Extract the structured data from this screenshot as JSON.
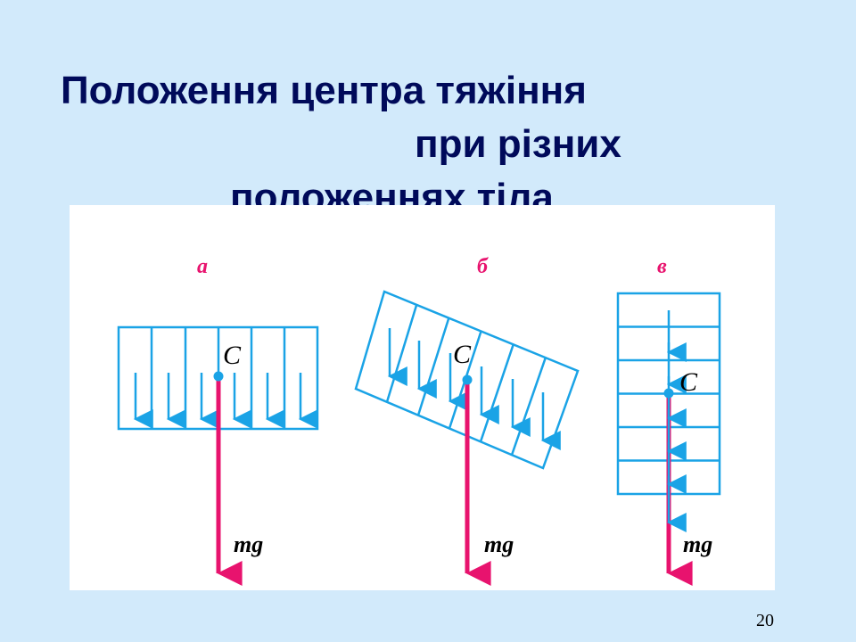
{
  "slide": {
    "title_line1": "Положення центра тяжіння",
    "title_line2": "при різних",
    "title_line3": "положеннях тіла",
    "page_number": "20"
  },
  "figure": {
    "panels": [
      {
        "label": "а",
        "center_label": "C",
        "force_label": "mg⃗"
      },
      {
        "label": "б",
        "center_label": "C",
        "force_label": "mg⃗"
      },
      {
        "label": "в",
        "center_label": "C",
        "force_label": "mg⃗"
      }
    ],
    "colors": {
      "outline": "#1aa3e6",
      "gravity_arrow": "#e8136e",
      "title": "#000a5a",
      "background": "#d2eafb"
    }
  }
}
